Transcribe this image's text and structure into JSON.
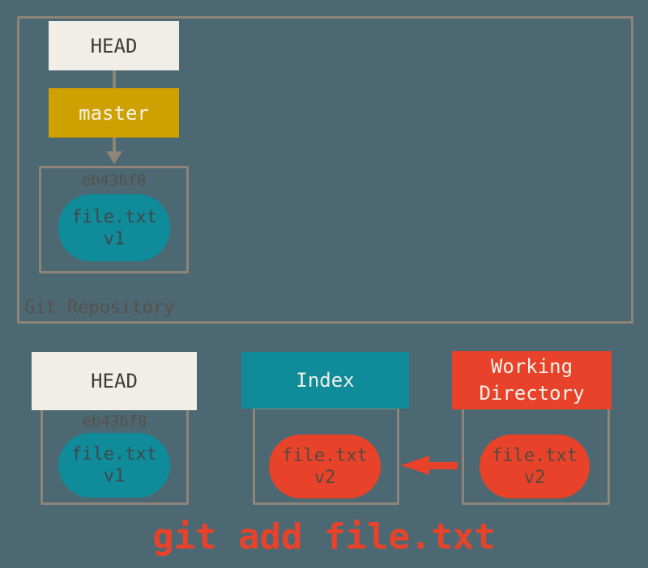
{
  "colors": {
    "background": "#4c6873",
    "outline": "#8e8478",
    "cream_box": "#f0eee6",
    "gold_box": "#cfa100",
    "teal": "#0f8b99",
    "orange": "#e8432a",
    "dark_text": "#3e3a35",
    "muted_label_text": "#57514a",
    "blob_text": "#44494c",
    "light_text": "#f4f2e8"
  },
  "repository": {
    "label": "Git Repository",
    "head_box": "HEAD",
    "branch_box": "master",
    "commit": {
      "id": "eb43bf8",
      "file_name": "file.txt",
      "file_version": "v1"
    }
  },
  "bottom": {
    "head_area": {
      "title": "HEAD",
      "commit_id": "eb43bf8",
      "file_name": "file.txt",
      "file_version": "v1"
    },
    "index_area": {
      "title": "Index",
      "file_name": "file.txt",
      "file_version": "v2"
    },
    "working_directory_area": {
      "title_line1": "Working",
      "title_line2": "Directory",
      "file_name": "file.txt",
      "file_version": "v2"
    }
  },
  "caption": "git add file.txt"
}
